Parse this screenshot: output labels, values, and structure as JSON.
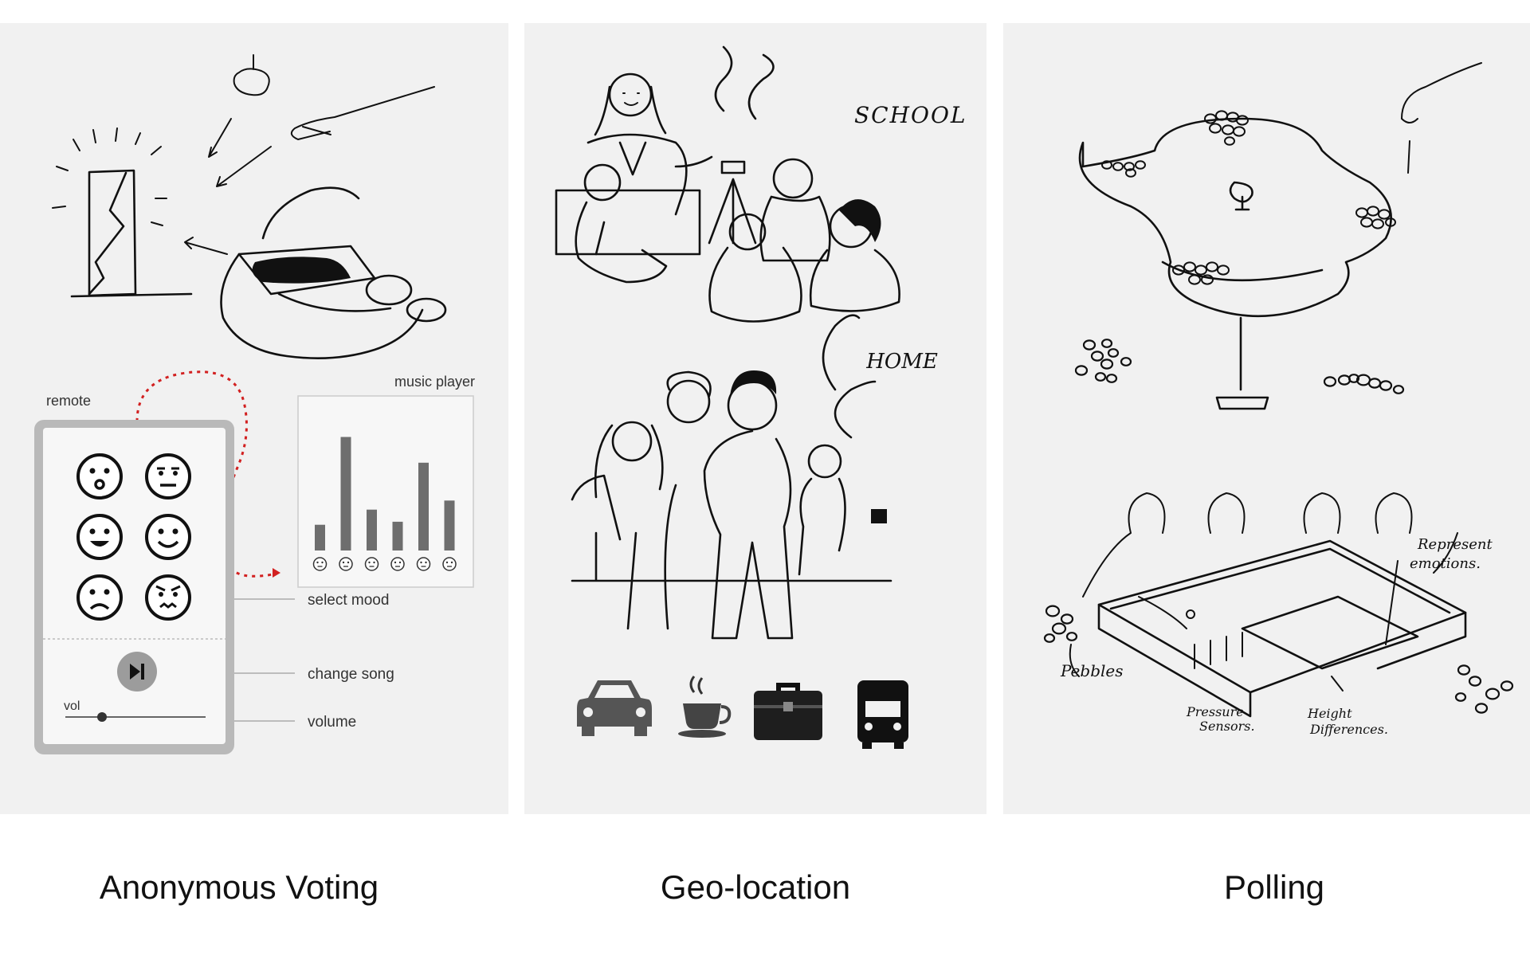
{
  "panels": [
    {
      "caption": "Anonymous Voting",
      "labels": {
        "remote": "remote",
        "music_player": "music player",
        "select_mood": "select mood",
        "change_song": "change song",
        "volume": "volume",
        "vol": "vol"
      },
      "icons": [
        "surprised-face-icon",
        "neutral-face-icon",
        "happy-face-icon",
        "smile-face-icon",
        "sad-face-icon",
        "angry-face-icon",
        "play-pause-icon"
      ]
    },
    {
      "caption": "Geo-location",
      "labels": {
        "school": "SCHOOL",
        "home": "HOME"
      },
      "icons": [
        "car-icon",
        "coffee-cup-icon",
        "briefcase-icon",
        "truck-icon"
      ]
    },
    {
      "caption": "Polling",
      "labels": {
        "represent_emotions_1": "Represent",
        "represent_emotions_2": "emotions.",
        "pebbles": "Pebbles",
        "pressure_sensors_1": "Pressure",
        "pressure_sensors_2": "Sensors.",
        "height_differences_1": "Height",
        "height_differences_2": "Differences."
      }
    }
  ],
  "colors": {
    "panel_bg": "#f1f1f1",
    "remote_body": "#b9b9b9",
    "bar": "#6e6e6e",
    "dotted_link": "#d22020"
  },
  "bar_levels": [
    0.17,
    0.75,
    0.27,
    0.19,
    0.58,
    0.33
  ]
}
